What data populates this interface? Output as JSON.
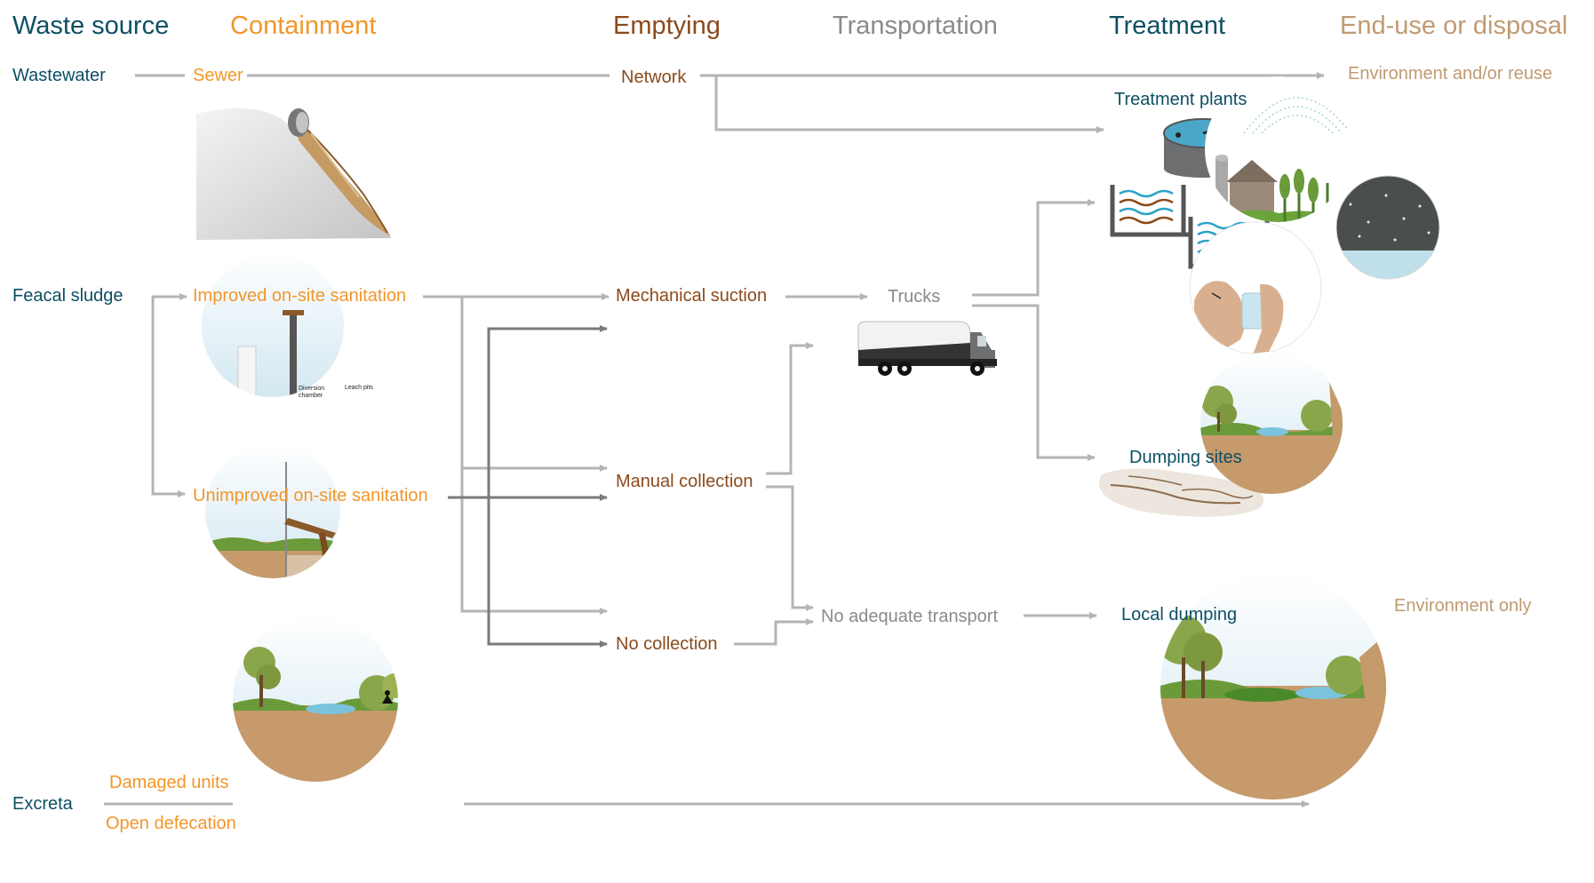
{
  "headers": {
    "waste_source": "Waste source",
    "containment": "Containment",
    "emptying": "Emptying",
    "transportation": "Transportation",
    "treatment": "Treatment",
    "end_use": "End-use or disposal"
  },
  "labels": {
    "wastewater": "Wastewater",
    "sewer": "Sewer",
    "network": "Network",
    "environment_reuse": "Environment and/or reuse",
    "treatment_plants": "Treatment plants",
    "feacal_sludge": "Feacal sludge",
    "improved": "Improved on-site sanitation",
    "mechanical_suction": "Mechanical suction",
    "trucks": "Trucks",
    "unimproved": "Unimproved on-site sanitation",
    "manual_collection": "Manual collection",
    "dumping_sites": "Dumping sites",
    "no_collection": "No collection",
    "no_adequate_transport": "No adequate transport",
    "local_dumping": "Local dumping",
    "environment_only": "Environment only",
    "excreta": "Excreta",
    "damaged_units": "Damaged units",
    "open_defecation": "Open defecation",
    "diversion_chamber": "Diversion chamber",
    "leach_pits": "Leach pits"
  },
  "colors": {
    "teal": "#0d4f63",
    "orange": "#f2962a",
    "brown": "#8b4a1c",
    "grey_text": "#8a8a8a",
    "tan": "#c09a72",
    "light_line": "#b4b4b4",
    "dark_line": "#7a7a7a"
  },
  "icons": [
    "sewer-pipe-icon",
    "treatment-tank-icon",
    "settling-ponds-icon",
    "truck-icon",
    "farm-reuse-icon",
    "soil-layer-icon",
    "drinking-water-icon",
    "pit-latrine-icon",
    "open-pit-icon",
    "dumping-site-icon",
    "landscape-icon",
    "open-defecation-landscape-icon",
    "environment-landscape-icon"
  ]
}
